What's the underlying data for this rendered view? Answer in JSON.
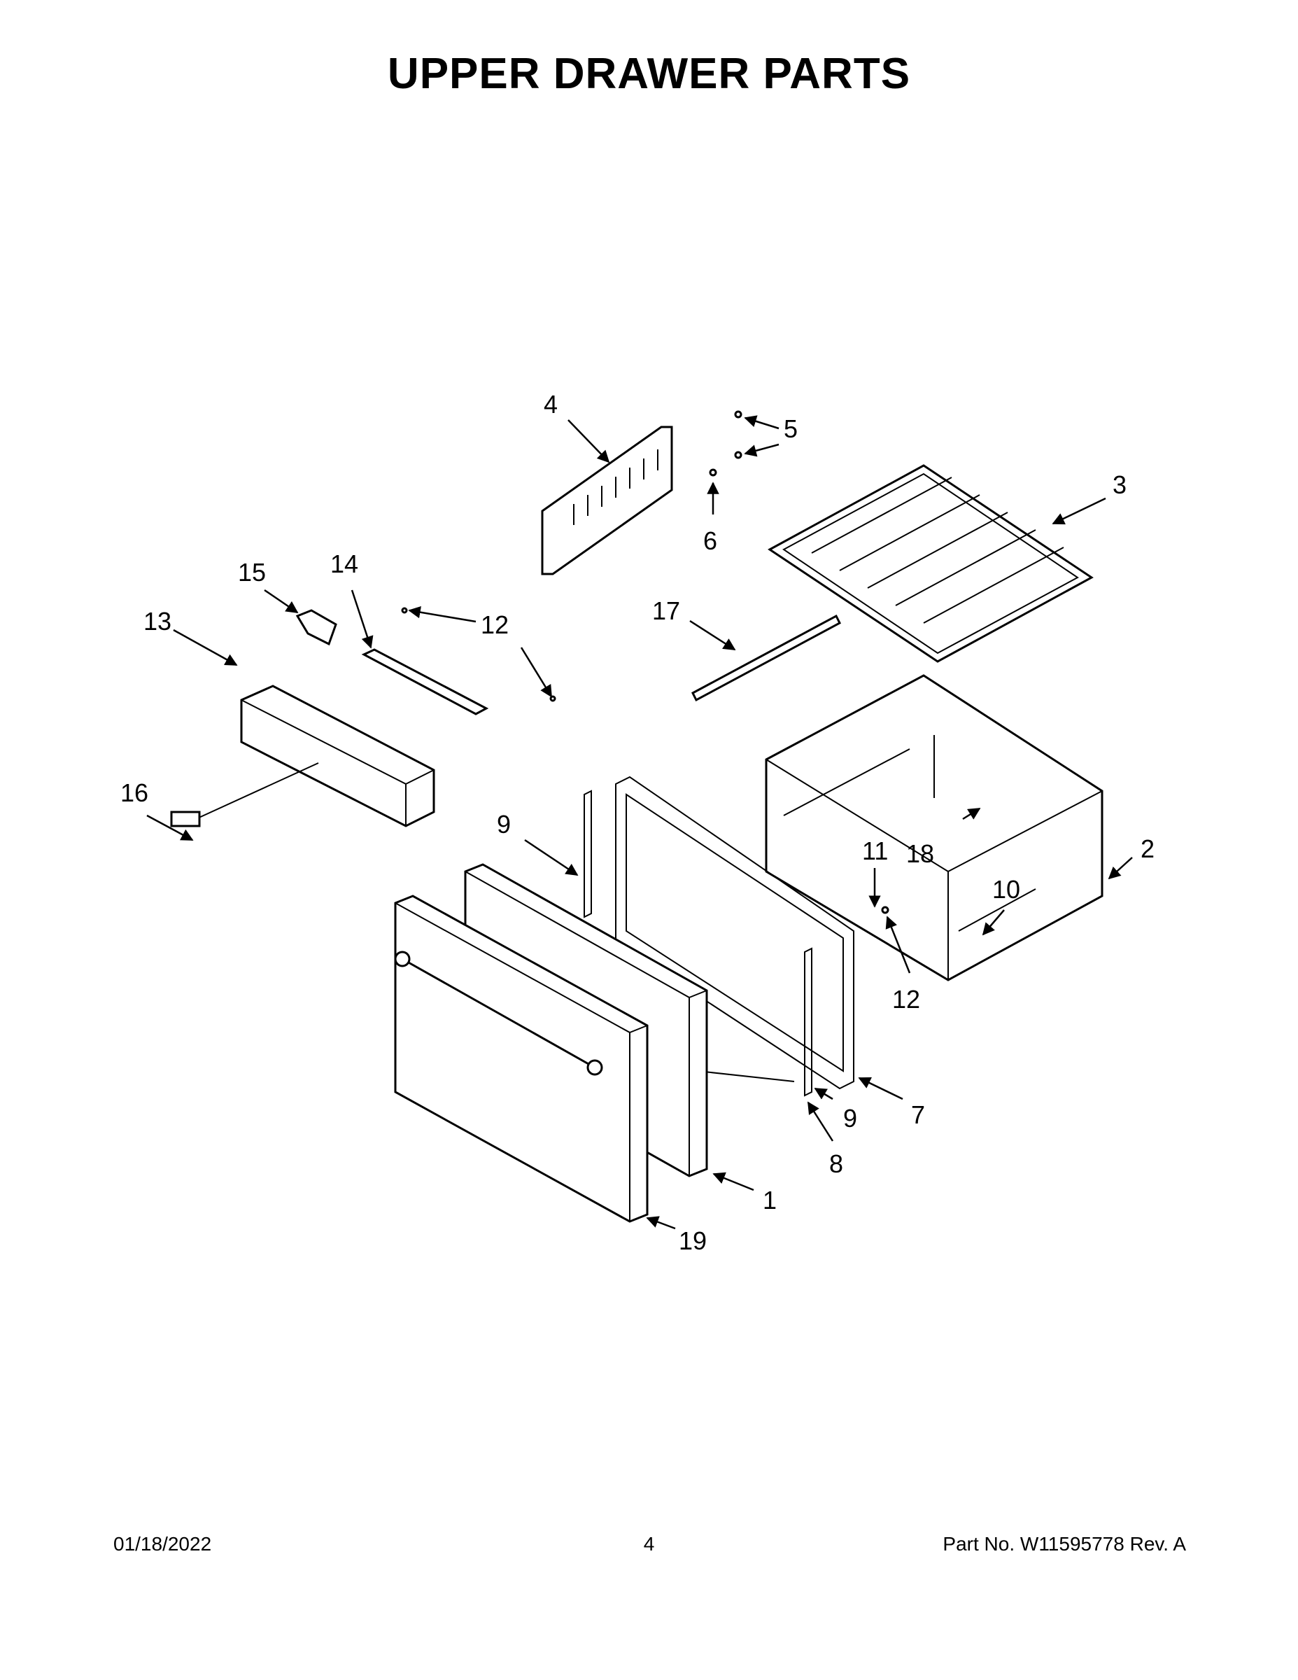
{
  "title": "UPPER DRAWER PARTS",
  "callouts": [
    "1",
    "2",
    "3",
    "4",
    "5",
    "6",
    "7",
    "8",
    "9",
    "9",
    "10",
    "11",
    "12",
    "12",
    "12",
    "13",
    "14",
    "15",
    "16",
    "17",
    "18",
    "19"
  ],
  "footer": {
    "date": "01/18/2022",
    "page": "4",
    "part_number": "Part No.  W11595778  Rev.  A"
  }
}
